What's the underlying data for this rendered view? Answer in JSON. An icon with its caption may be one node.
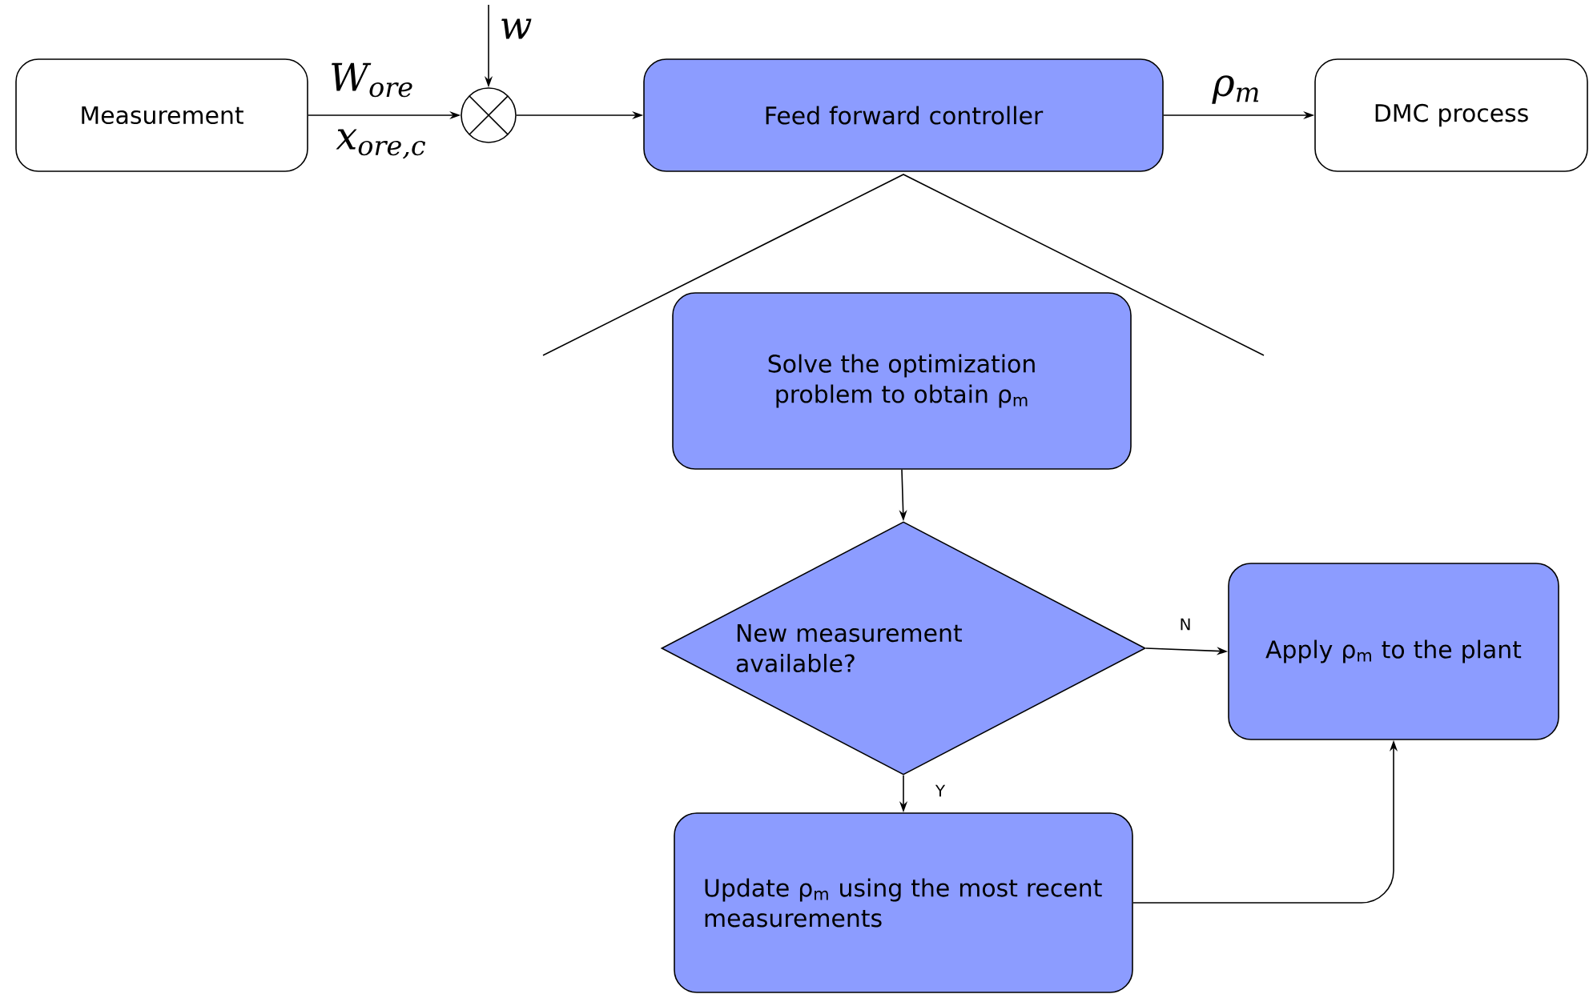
{
  "diagram": {
    "nodes": [
      {
        "text": [
          "Measurement"
        ]
      },
      {
        "text": [],
        "shape": "circle"
      },
      {
        "text": [
          "Feed forward controller"
        ]
      },
      {
        "text": [
          "DMC process"
        ]
      },
      {
        "text": [
          "Solve the optimization problem to obtain ρ$_{m}$"
        ]
      },
      {
        "text": [
          "New measurement available?"
        ]
      },
      {
        "text": [
          "Apply ρ$_{m}$ to the plant"
        ]
      },
      {
        "text": [
          "Update ρ$_{m}$ using the most recent measurements"
        ]
      }
    ],
    "edges": [
      {
        "from": 0,
        "to": 1,
        "arrow": "to",
        "label": "W$_{ore}$"
      },
      {
        "from": null,
        "to": 1,
        "arrow": "to",
        "label": "w"
      },
      {
        "from": 1,
        "to": 2,
        "arrow": "to"
      },
      {
        "from": 2,
        "to": 3,
        "arrow": "to",
        "label": "ρ$_{m}$"
      },
      {
        "from": 4,
        "to": 5,
        "arrow": "to"
      },
      {
        "from": 5,
        "to": 6,
        "arrow": "to",
        "label": "N"
      },
      {
        "from": 5,
        "to": 7,
        "arrow": "to",
        "label": "Y"
      },
      {
        "from": 7,
        "to": 6,
        "arrow": "to"
      }
    ],
    "labels": [
      "x$_{ore,c}$"
    ]
  }
}
